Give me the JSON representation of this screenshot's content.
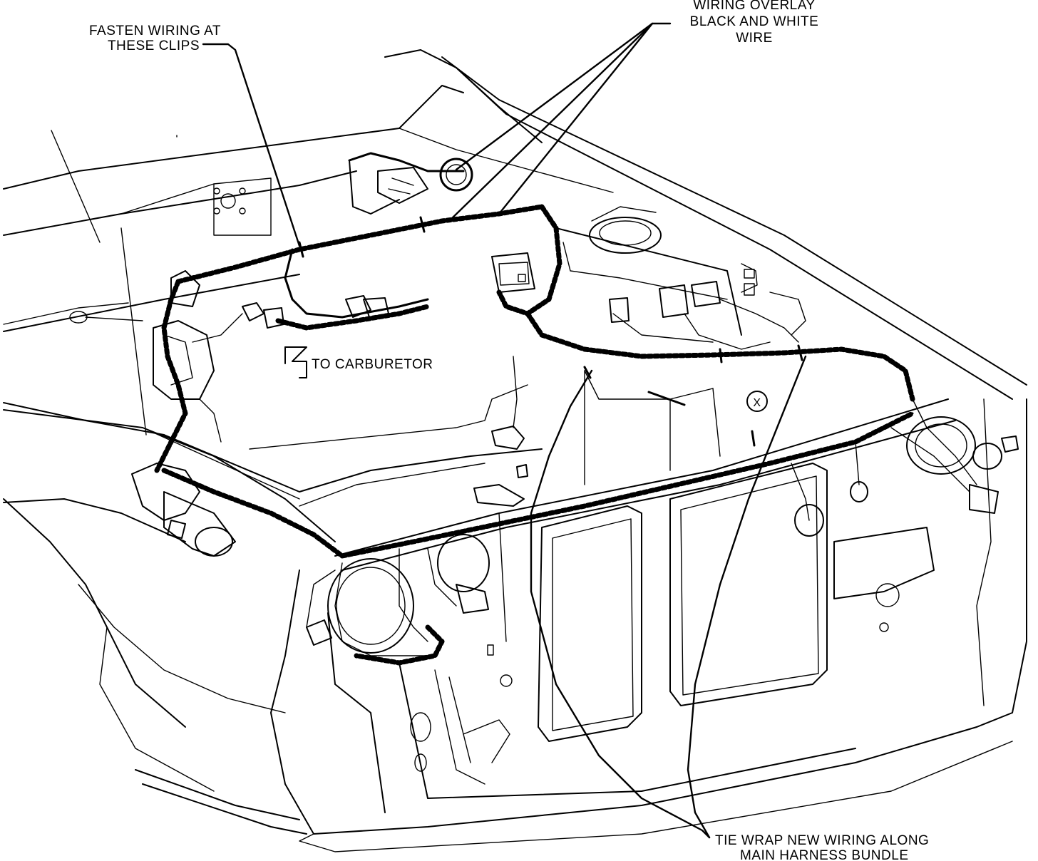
{
  "labels": {
    "fasten_clips_line1": "FASTEN WIRING AT",
    "fasten_clips_line2": "THESE CLIPS",
    "overlay_line1": "WIRING OVERLAY",
    "overlay_line2": "BLACK AND WHITE",
    "overlay_line3": "WIRE",
    "to_carburetor": "TO CARBURETOR",
    "tie_wrap_line1": "TIE WRAP NEW WIRING ALONG",
    "tie_wrap_line2": "MAIN HARNESS BUNDLE",
    "ground_marker": "X"
  }
}
